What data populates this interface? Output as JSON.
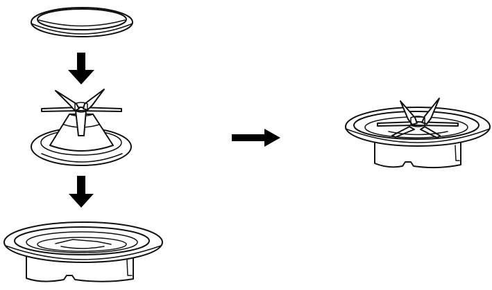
{
  "diagram": {
    "type": "assembly-instruction",
    "steps": [
      {
        "part": "sealing-ring"
      },
      {
        "part": "blade-assembly"
      },
      {
        "part": "jar-base-collar"
      }
    ],
    "result": {
      "part": "assembled-blade-base"
    },
    "colors": {
      "ink": "#111111",
      "arrow": "#000000",
      "background": "#ffffff"
    },
    "icons": [
      "down-arrow",
      "down-arrow",
      "right-arrow"
    ]
  }
}
